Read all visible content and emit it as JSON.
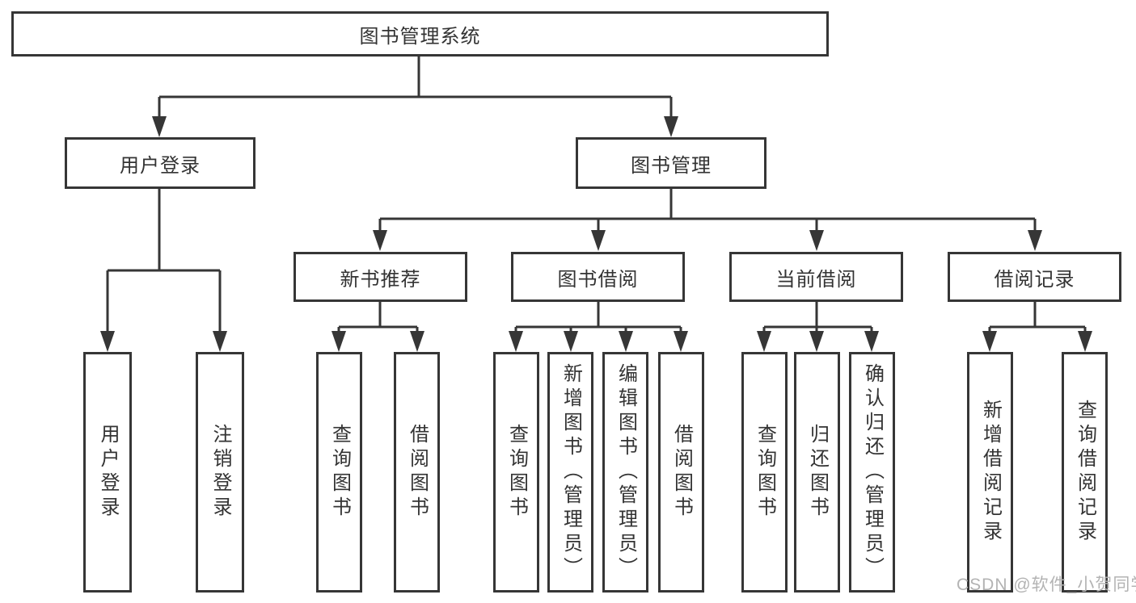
{
  "colors": {
    "line": "#363636",
    "text": "#333333",
    "box_background": "#ffffff",
    "watermark": "#b3b3b3"
  },
  "nodes": {
    "root": "图书管理系统",
    "user_login": "用户登录",
    "book_management": "图书管理",
    "new_book_recommend": "新书推荐",
    "book_borrowing": "图书借阅",
    "current_borrowing": "当前借阅",
    "borrowing_records": "借阅记录",
    "leaf_user_login": "用户登录",
    "leaf_logout": "注销登录",
    "leaf_query_books_recommend": "查询图书",
    "leaf_borrow_books_recommend": "借阅图书",
    "leaf_query_books_borrowing": "查询图书",
    "leaf_add_books_admin": "新增图书（管理员）",
    "leaf_edit_books_admin": "编辑图书（管理员）",
    "leaf_borrow_books_borrowing": "借阅图书",
    "leaf_query_books_current": "查询图书",
    "leaf_return_books": "归还图书",
    "leaf_confirm_return_admin": "确认归还（管理员）",
    "leaf_add_borrow_record": "新增借阅记录",
    "leaf_query_borrow_record": "查询借阅记录"
  },
  "watermark": "CSDN @软件_小贺同学"
}
